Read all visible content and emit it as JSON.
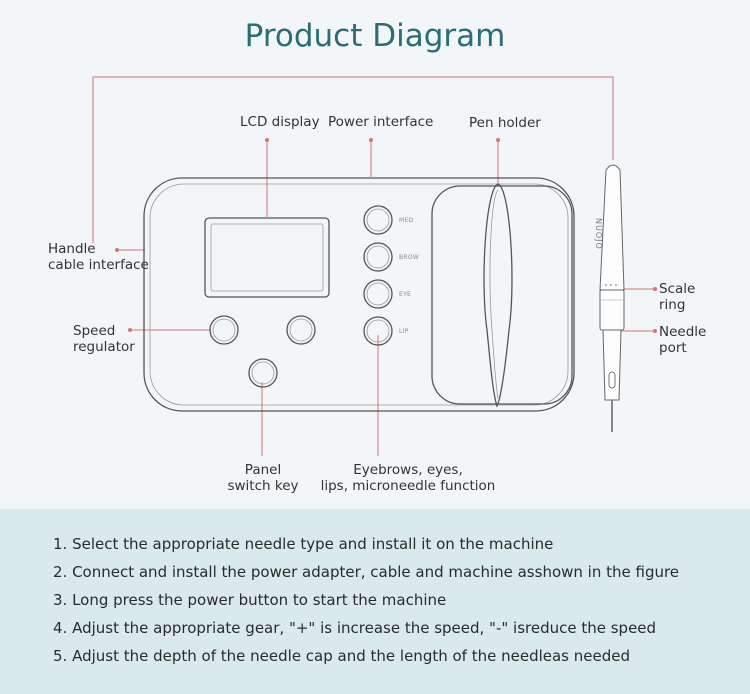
{
  "title": "Product Diagram",
  "labels": {
    "lcd_display": "LCD display",
    "power_interface": "Power interface",
    "pen_holder": "Pen holder",
    "handle_line1": "Handle",
    "handle_line2": "cable interface",
    "speed_line1": "Speed",
    "speed_line2": "regulator",
    "scale_line1": "Scale",
    "scale_line2": "ring",
    "needle_line1": "Needle",
    "needle_line2": "port",
    "panel_line1": "Panel",
    "panel_line2": "switch key",
    "function_line1": "Eyebrows, eyes,",
    "function_line2": "lips, microneedle function"
  },
  "buttons": [
    "MED",
    "BROW",
    "EYE",
    "LIP"
  ],
  "brand": "NUOJO",
  "steps": [
    "1. Select the appropriate needle type and install it on the machine",
    "2. Connect and install the power adapter, cable and machine asshown in the figure",
    "3. Long press the power button to start the machine",
    "4. Adjust the appropriate gear, \"+\" is increase the speed, \"-\" isreduce the speed",
    "5. Adjust the depth of the needle cap and the length of the needleas needed"
  ],
  "colors": {
    "title": "#2a6e74",
    "leader_line": "#d97373",
    "outline": "#555555",
    "steps_bg": "#dae9ed"
  }
}
